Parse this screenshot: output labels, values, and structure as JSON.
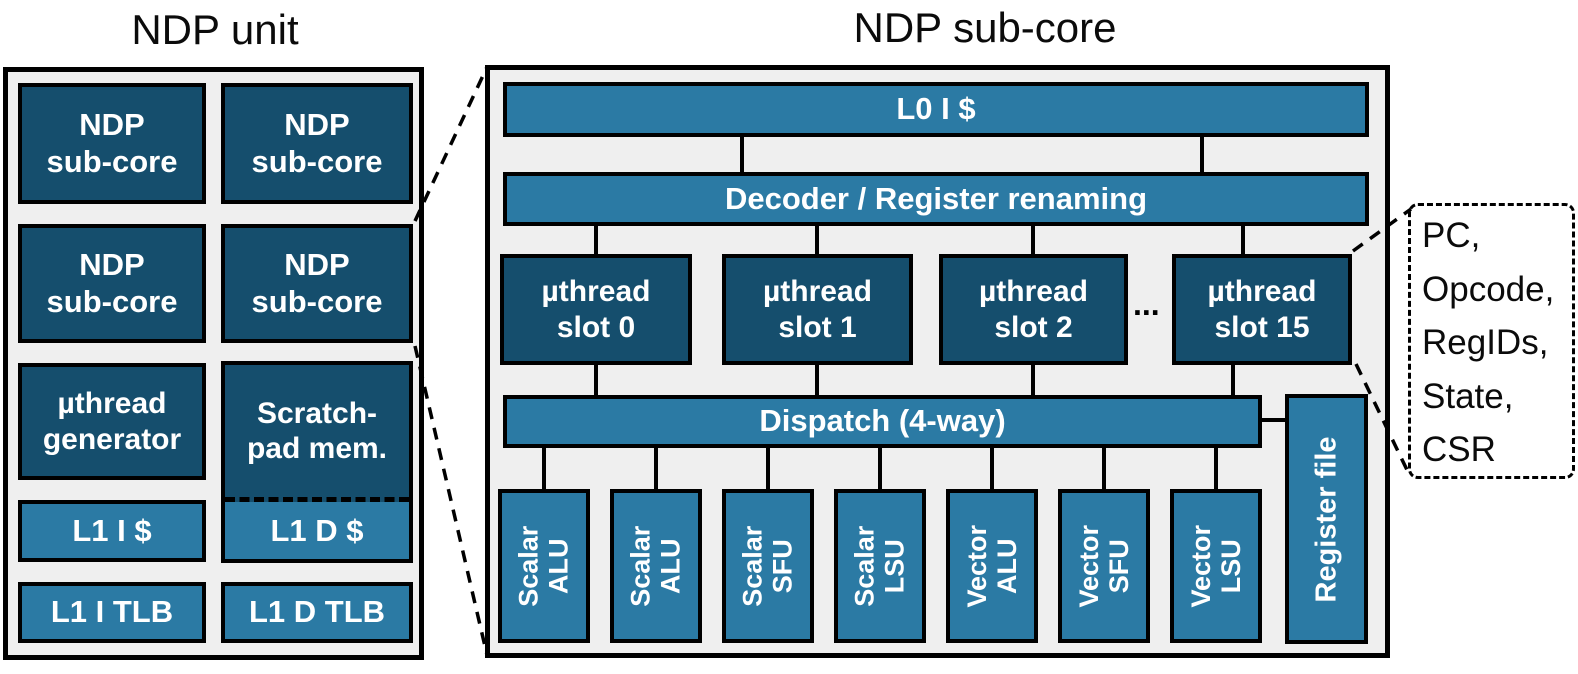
{
  "colors": {
    "dark_box": "#154e6d",
    "medium_box": "#2b7aa4",
    "panel_background": "#efefef",
    "border": "#000000",
    "box_text": "#ffffff",
    "title_text": "#0b0b0b"
  },
  "titles": {
    "left": "NDP unit",
    "right": "NDP sub-core"
  },
  "ndp_unit": {
    "sub_cores": [
      {
        "line1": "NDP",
        "line2": "sub-core"
      },
      {
        "line1": "NDP",
        "line2": "sub-core"
      },
      {
        "line1": "NDP",
        "line2": "sub-core"
      },
      {
        "line1": "NDP",
        "line2": "sub-core"
      }
    ],
    "uthread_generator": {
      "line1": "µthread",
      "line2": "generator"
    },
    "scratchpad": {
      "line1": "Scratch-",
      "line2": "pad mem."
    },
    "l1_d_cache": "L1 D $",
    "l1_i_cache": "L1 I $",
    "l1_i_tlb": "L1 I TLB",
    "l1_d_tlb": "L1 D TLB"
  },
  "ndp_subcore": {
    "l0_i_cache": "L0 I $",
    "decoder": "Decoder / Register renaming",
    "uthread_slots": [
      {
        "line1": "µthread",
        "line2": "slot 0"
      },
      {
        "line1": "µthread",
        "line2": "slot 1"
      },
      {
        "line1": "µthread",
        "line2": "slot 2"
      },
      {
        "line1": "µthread",
        "line2": "slot 15"
      }
    ],
    "ellipsis": "...",
    "dispatch": "Dispatch (4-way)",
    "functional_units": [
      {
        "line1": "Scalar",
        "line2": "ALU"
      },
      {
        "line1": "Scalar",
        "line2": "ALU"
      },
      {
        "line1": "Scalar",
        "line2": "SFU"
      },
      {
        "line1": "Scalar",
        "line2": "LSU"
      },
      {
        "line1": "Vector",
        "line2": "ALU"
      },
      {
        "line1": "Vector",
        "line2": "SFU"
      },
      {
        "line1": "Vector",
        "line2": "LSU"
      }
    ],
    "register_file": "Register file"
  },
  "annotation": {
    "lines": [
      "PC,",
      "Opcode,",
      "RegIDs,",
      "State,",
      "CSR"
    ]
  }
}
